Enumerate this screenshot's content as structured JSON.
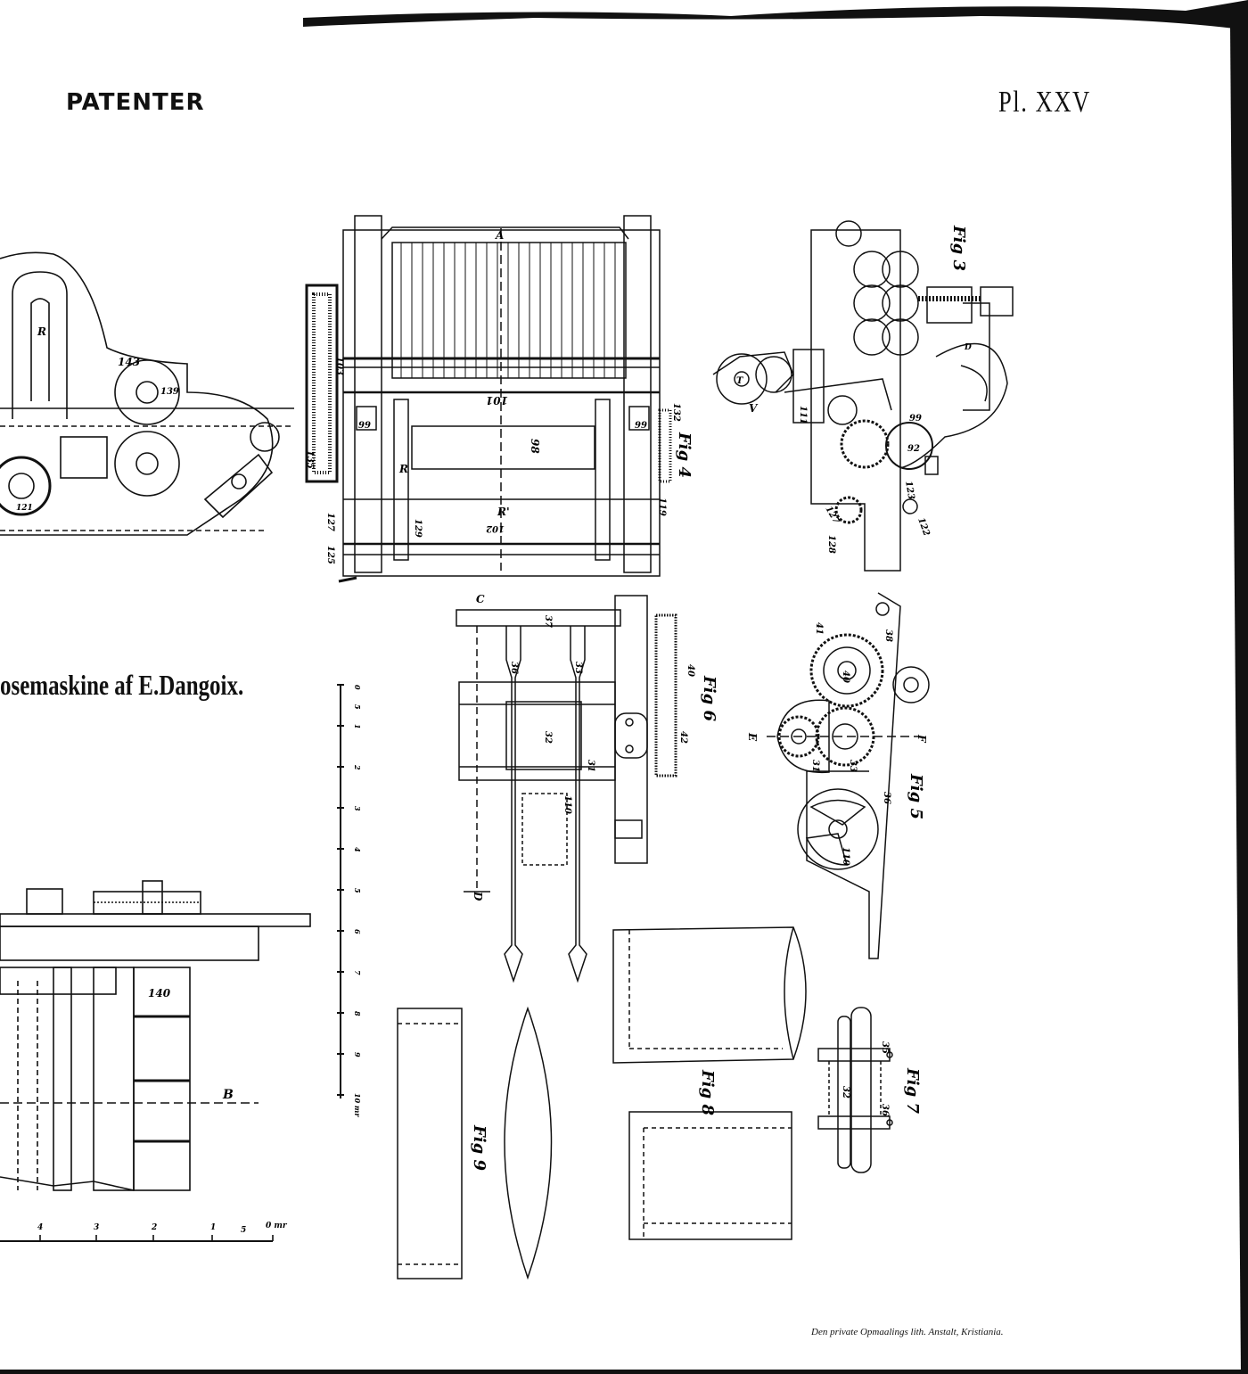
{
  "header": {
    "left_title": "PATENTER",
    "plate_number": "Pl. XXV"
  },
  "title": "osemaskine af E.Dangoix.",
  "imprint": "Den private Opmaalings lith. Anstalt, Kristiania.",
  "figures": {
    "fig3": "Fig 3",
    "fig4": "Fig 4",
    "fig5": "Fig 5",
    "fig6": "Fig 6",
    "fig7": "Fig 7",
    "fig8": "Fig 8",
    "fig9": "Fig 9"
  },
  "scales": {
    "vertical_ticks": [
      "0",
      "5",
      "1",
      "2",
      "3",
      "4",
      "5",
      "6",
      "7",
      "8",
      "9",
      "10 mr"
    ],
    "horizontal_ticks": [
      "4",
      "3",
      "2",
      "1",
      "5",
      "0 mr"
    ]
  },
  "part_labels": {
    "fig1": [
      "R",
      "143",
      "139",
      "121"
    ],
    "fig2": [
      "140",
      "B"
    ],
    "fig3": [
      "V",
      "T",
      "111",
      "99",
      "128",
      "127",
      "122",
      "123",
      "92",
      "D"
    ],
    "fig4": [
      "A",
      "103",
      "101",
      "98",
      "99",
      "132",
      "135",
      "129",
      "102",
      "125",
      "119",
      "127",
      "R",
      "R'"
    ],
    "fig5": [
      "E",
      "F",
      "38",
      "40",
      "41",
      "36",
      "31",
      "33",
      "110"
    ],
    "fig6": [
      "C",
      "D",
      "37",
      "36",
      "33",
      "32",
      "31",
      "40",
      "42",
      "110"
    ],
    "fig7": [
      "35",
      "36",
      "32"
    ]
  }
}
